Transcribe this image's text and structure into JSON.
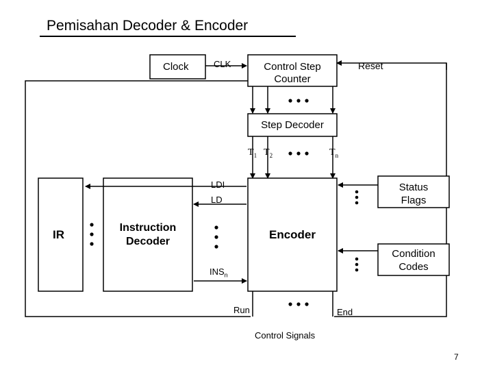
{
  "title": "Pemisahan Decoder & Encoder",
  "blocks": {
    "clock": "Clock",
    "control_step_counter": [
      "Control Step",
      "Counter"
    ],
    "step_decoder": "Step Decoder",
    "ir": "IR",
    "instruction_decoder": [
      "Instruction",
      "Decoder"
    ],
    "encoder": "Encoder",
    "status_flags": [
      "Status",
      "Flags"
    ],
    "condition_codes": [
      "Condition",
      "Codes"
    ]
  },
  "signals": {
    "clk": "CLK",
    "reset": "Reset",
    "t1": "T",
    "t1_sub": "1",
    "t2": "T",
    "t2_sub": "2",
    "tn": "T",
    "tn_sub": "n",
    "ldi": "LDI",
    "ld": "LD",
    "insn": "INS",
    "insn_sub": "n",
    "run": "Run",
    "end": "End",
    "control_signals": "Control Signals"
  },
  "page_number": "7"
}
